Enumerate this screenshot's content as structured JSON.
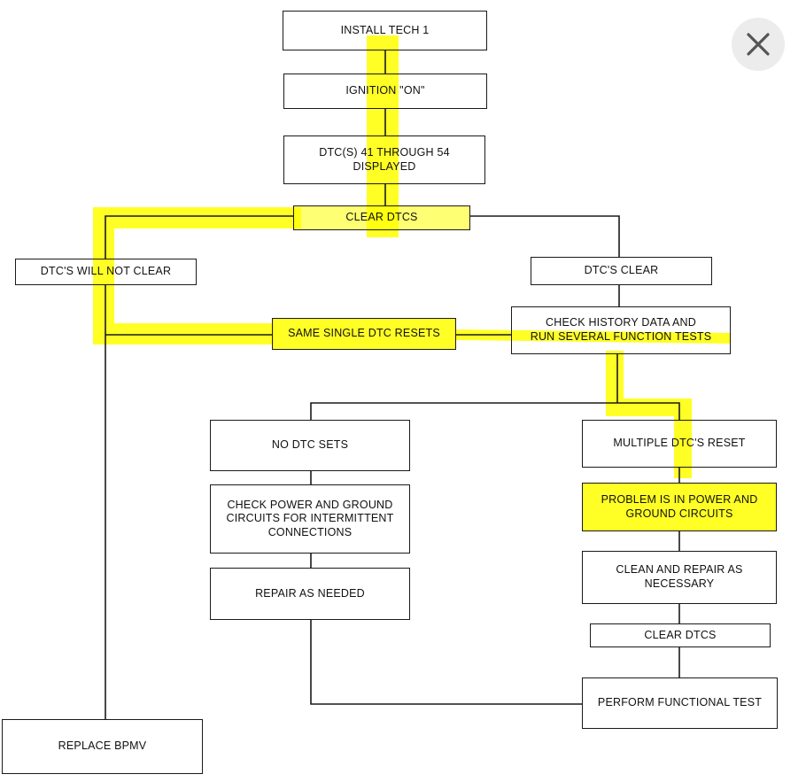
{
  "close_button": {
    "icon": "close-icon",
    "background": "#ececec",
    "icon_color": "#555555",
    "label": ""
  },
  "highlight_color": "#ffff00",
  "line_color": "#1a1a1a",
  "flowchart": {
    "nodes": {
      "install_tech": "INSTALL TECH 1",
      "ignition_on": "IGNITION \"ON\"",
      "dtcs_displayed": "DTC(S) 41 THROUGH 54\nDISPLAYED",
      "clear_dtcs_top": "CLEAR DTCS",
      "dtcs_will_not_clear": "DTC'S WILL NOT CLEAR",
      "dtcs_clear": "DTC'S CLEAR",
      "same_single_dtc_resets": "SAME SINGLE DTC RESETS",
      "check_history": "CHECK HISTORY DATA AND\nRUN SEVERAL FUNCTION TESTS",
      "no_dtc_sets": "NO DTC SETS",
      "multiple_dtcs_reset": "MULTIPLE DTC'S RESET",
      "check_power_ground": "CHECK POWER AND GROUND\nCIRCUITS FOR INTERMITTENT\nCONNECTIONS",
      "problem_power_ground": "PROBLEM IS IN POWER AND\nGROUND CIRCUITS",
      "repair_as_needed": "REPAIR AS NEEDED",
      "clean_and_repair": "CLEAN AND REPAIR AS\nNECESSARY",
      "clear_dtcs_bottom": "CLEAR DTCS",
      "perform_functional_test": "PERFORM FUNCTIONAL TEST",
      "replace_bpmv": "REPLACE BPMV"
    }
  }
}
